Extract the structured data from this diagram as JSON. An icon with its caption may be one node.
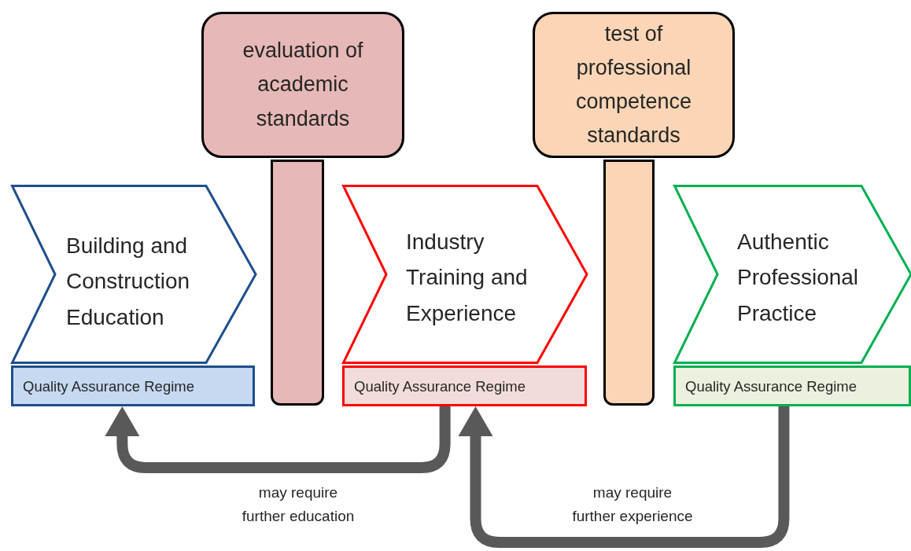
{
  "diagram": {
    "nodes": [
      {
        "text": [
          "Building and Construction Education"
        ]
      },
      {
        "text": [
          "Quality Assurance Regime"
        ]
      },
      {
        "text": [
          "evaluation of academic standards"
        ]
      },
      {
        "text": [
          "Industry Training and Experience"
        ]
      },
      {
        "text": [
          "Quality Assurance Regime"
        ]
      },
      {
        "text": [
          "test of professional competence standards"
        ]
      },
      {
        "text": [
          "Authentic Professional Practice"
        ]
      },
      {
        "text": [
          "Quality Assurance Regime"
        ]
      },
      {
        "text": [],
        "shape": "bar"
      },
      {
        "text": [],
        "shape": "bar"
      }
    ],
    "edges": [
      {
        "from": 4,
        "to": 1,
        "arrow": "to",
        "label": "may require further education"
      },
      {
        "from": 7,
        "to": 4,
        "arrow": "to",
        "label": "may require further experience"
      }
    ]
  }
}
